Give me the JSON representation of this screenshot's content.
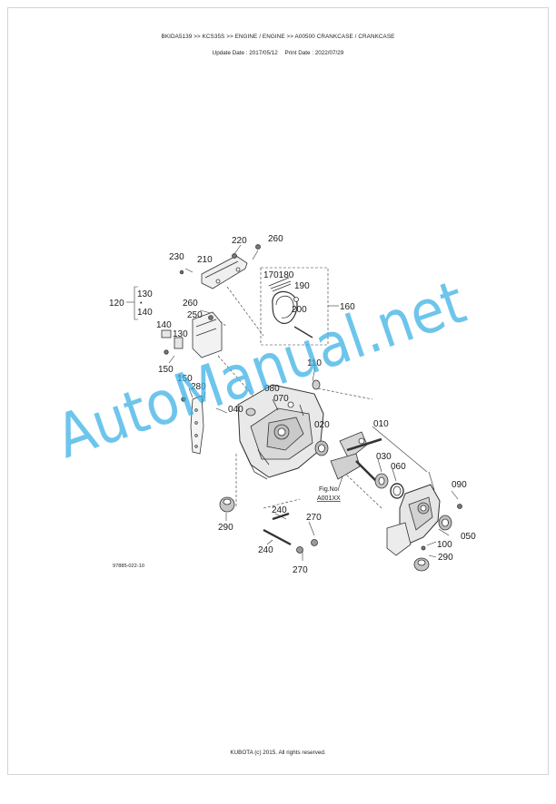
{
  "header": {
    "breadcrumb": "BKIDA5139 >> KCS35S >> ENGINE / ENGINE >> A00500   CRANKCASE / CRANKCASE",
    "update_date": "Update Date : 2017/05/12",
    "print_date": "Print Date : 2022/07/29"
  },
  "diagram": {
    "figure_ref": "97885-022-10",
    "fig_no_label": "Fig.No.",
    "fig_no_value": "A001XX",
    "part_labels": {
      "p220": "220",
      "p260a": "260",
      "p230": "230",
      "p210": "210",
      "p170180": "170180",
      "p190": "190",
      "p200": "200",
      "p160": "160",
      "p120": "120",
      "p130a": "130",
      "p140a": "140",
      "p260b": "260",
      "p250": "250",
      "p140b": "140",
      "p130b": "130",
      "p150a": "150",
      "p110": "110",
      "p150b": "150",
      "p280": "280",
      "p080": "080",
      "p070": "070",
      "p040": "040",
      "p020": "020",
      "p010": "010",
      "p030": "030",
      "p060": "060",
      "p090": "090",
      "p240a": "240",
      "p270a": "270",
      "p290a": "290",
      "p050": "050",
      "p100": "100",
      "p240b": "240",
      "p290b": "290",
      "p270b": "270"
    }
  },
  "watermark": "AutoManual.net",
  "footer": {
    "copyright": "KUBOTA (c) 2015. All rights reserved."
  }
}
